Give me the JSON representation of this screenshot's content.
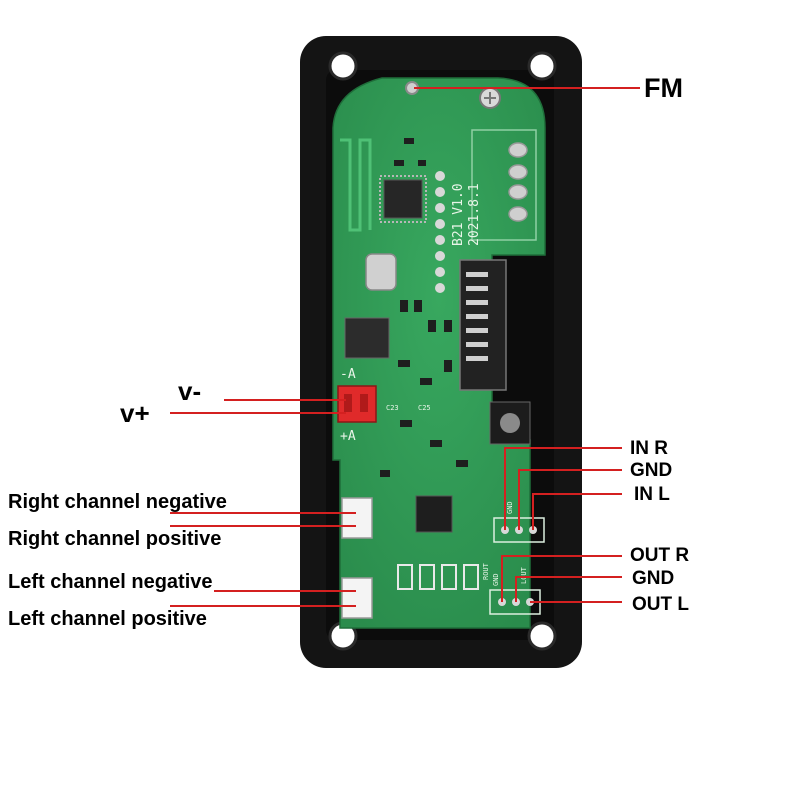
{
  "labels": {
    "fm": "FM",
    "v_minus": "v-",
    "v_plus": "v+",
    "in_r": "IN R",
    "gnd_in": "GND",
    "in_l": "IN L",
    "out_r": "OUT R",
    "gnd_out": "GND",
    "out_l": "OUT L",
    "right_neg": "Right channel negative",
    "right_pos": "Right channel positive",
    "left_neg": "Left channel negative",
    "left_pos": "Left channel positive"
  },
  "silkscreen": {
    "model": "B21 V1.0",
    "date": "2021.8.1",
    "minus_pad": "-A",
    "plus_pad": "+A",
    "c23": "C23",
    "c25": "C25",
    "gnd": "GND",
    "rout": "ROUT",
    "lout": "LOUT"
  },
  "colors": {
    "pcb": "#2f9a55",
    "pcb_dark": "#237a43",
    "frame": "#161616",
    "leader": "#d42020",
    "connector_red": "#e02a2a",
    "connector_white": "#f4f4f4"
  }
}
